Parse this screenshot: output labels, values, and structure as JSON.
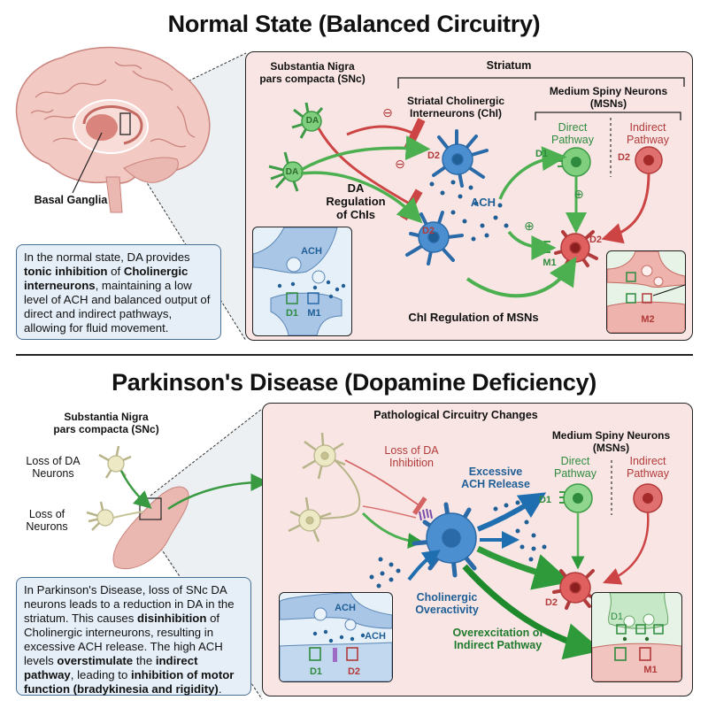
{
  "normal": {
    "title": "Normal State (Balanced Circuitry)",
    "brain_label": "Basal Ganglia",
    "snc_label_1": "Substantia Nigra",
    "snc_label_2": "pars compacta (SNc)",
    "striatum_label": "Striatum",
    "chi_label_1": "Striatal Cholinergic",
    "chi_label_2": "Interneurons (ChI)",
    "msn_label_1": "Medium Spiny Neurons",
    "msn_label_2": "(MSNs)",
    "direct_1": "Direct",
    "direct_2": "Pathway",
    "indirect_1": "Indirect",
    "indirect_2": "Pathway",
    "da_neuron": "DA",
    "da_reg_1": "DA",
    "da_reg_2": "Regulation",
    "da_reg_3": "of ChIs",
    "inhibit_sign": "⊖",
    "excite_sign": "⊕",
    "d1": "D1",
    "d2": "D2",
    "m1": "M1",
    "m2": "M2",
    "ach": "ACH",
    "chi_reg": "ChI Regulation of MSNs",
    "description": {
      "p1": "In the normal state, DA provides ",
      "b1": "tonic inhibition",
      "p2": " of ",
      "b2": "Cholinergic interneurons",
      "p3": ", maintaining a low level of ACH and balanced output of direct and indirect pathways, allowing for fluid movement."
    }
  },
  "parkinsons": {
    "title": "Parkinson's Disease (Dopamine Deficiency)",
    "snc_label_1": "Substantia Nigra",
    "snc_label_2": "pars compacta (SNc)",
    "loss_da_1": "Loss of DA",
    "loss_da_2": "Neurons",
    "loss_n_1": "Loss of",
    "loss_n_2": "Neurons",
    "panel_title": "Pathological Circuitry Changes",
    "loss_inhib_1": "Loss of DA",
    "loss_inhib_2": "Inhibition",
    "excess_1": "Excessive",
    "excess_2": "ACH Release",
    "msn_label_1": "Medium Spiny Neurons",
    "msn_label_2": "(MSNs)",
    "direct_1": "Direct",
    "direct_2": "Pathway",
    "indirect_1": "Indirect",
    "indirect_2": "Pathway",
    "chol_1": "Cholinergic",
    "chol_2": "Overactivity",
    "overexc_1": "Overexcitation of",
    "overexc_2": "Indirect Pathway",
    "d1": "D1",
    "d2": "D2",
    "m1": "M1",
    "ach": "ACH",
    "description": {
      "p1": "In Parkinson's Disease, loss of SNc DA neurons leads to a reduction in DA in the striatum. This causes ",
      "b1": "disinhibition",
      "p2": " of Cholinergic interneurons, resulting in excessive ACH release. The high ACH levels ",
      "b2": "overstimulate",
      "p3": " the ",
      "b3": "indirect pathway",
      "p4": ", leading to ",
      "b4": "inhibition of motor function (bradykinesia and rigidity)",
      "p5": "."
    }
  },
  "colors": {
    "panel_bg": "#f9e6e4",
    "da_green": "#5cb85c",
    "chi_blue": "#3b86c8",
    "msn_red": "#d9534f",
    "degenerated": "#ede9c4"
  }
}
